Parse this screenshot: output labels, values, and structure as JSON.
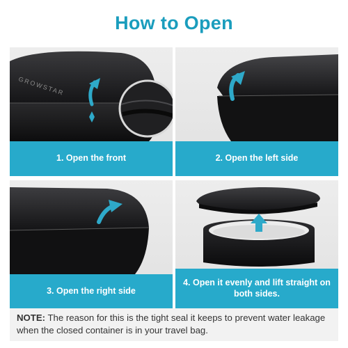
{
  "header": {
    "title": "How to Open"
  },
  "brand": {
    "logo_text": "GROWSTAR"
  },
  "panels": [
    {
      "caption": "1. Open the front"
    },
    {
      "caption": "2. Open the left side"
    },
    {
      "caption": "3. Open the right side"
    },
    {
      "caption": "4. Open it evenly and lift straight on both sides."
    }
  ],
  "note": {
    "label": "NOTE:",
    "text": " The reason for this is the tight seal it keeps to prevent water leakage when the closed container is in your travel bag."
  },
  "colors": {
    "accent": "#27aacb",
    "title": "#1a9dbd",
    "arrow": "#2ea9c9",
    "case": "#1c1c1e"
  },
  "icons": {
    "arrow": "curved-arrow-icon",
    "magnifier": "zoom-detail-icon"
  }
}
